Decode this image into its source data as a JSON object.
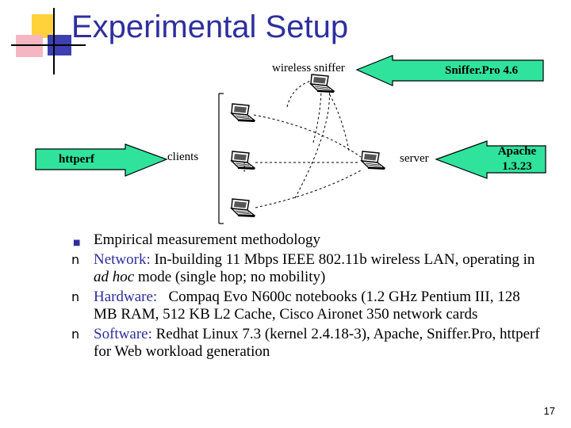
{
  "slide": {
    "title": "Experimental Setup",
    "page_number": "17"
  },
  "colors": {
    "title": "#2e2f9e",
    "arrow_fill": "#2fe39c",
    "deco_yellow": "#ffd23a",
    "deco_pink": "#f5b6c2",
    "deco_blue": "#3c40b0"
  },
  "diagram": {
    "labels": {
      "wireless_sniffer": "wireless sniffer",
      "clients": "clients",
      "server": "server",
      "ellipsis": "…"
    },
    "arrows": {
      "sniffer_tool": "Sniffer.Pro 4.6",
      "load_tool": "httperf",
      "web_server_line1": "Apache",
      "web_server_line2": "1.3.23"
    },
    "icons": [
      "laptop-icon",
      "laptop-icon",
      "laptop-icon",
      "laptop-icon",
      "laptop-icon"
    ]
  },
  "bullets": [
    {
      "marker": "square",
      "text": "Empirical measurement methodology"
    },
    {
      "marker": "n",
      "label": "Network:",
      "text": " In-building 11 Mbps IEEE 802.11b wireless LAN, operating in ",
      "em": "ad hoc",
      "text2": " mode (single hop; no mobility)"
    },
    {
      "marker": "n",
      "label": "Hardware:",
      "text": "   Compaq Evo N600c notebooks (1.2 GHz Pentium III, 128 MB RAM, 512 KB L2 Cache, Cisco Aironet 350 network cards"
    },
    {
      "marker": "n",
      "label": "Software:",
      "text": " Redhat Linux 7.3 (kernel 2.4.18-3), Apache, Sniffer.Pro, httperf for Web workload generation"
    }
  ]
}
